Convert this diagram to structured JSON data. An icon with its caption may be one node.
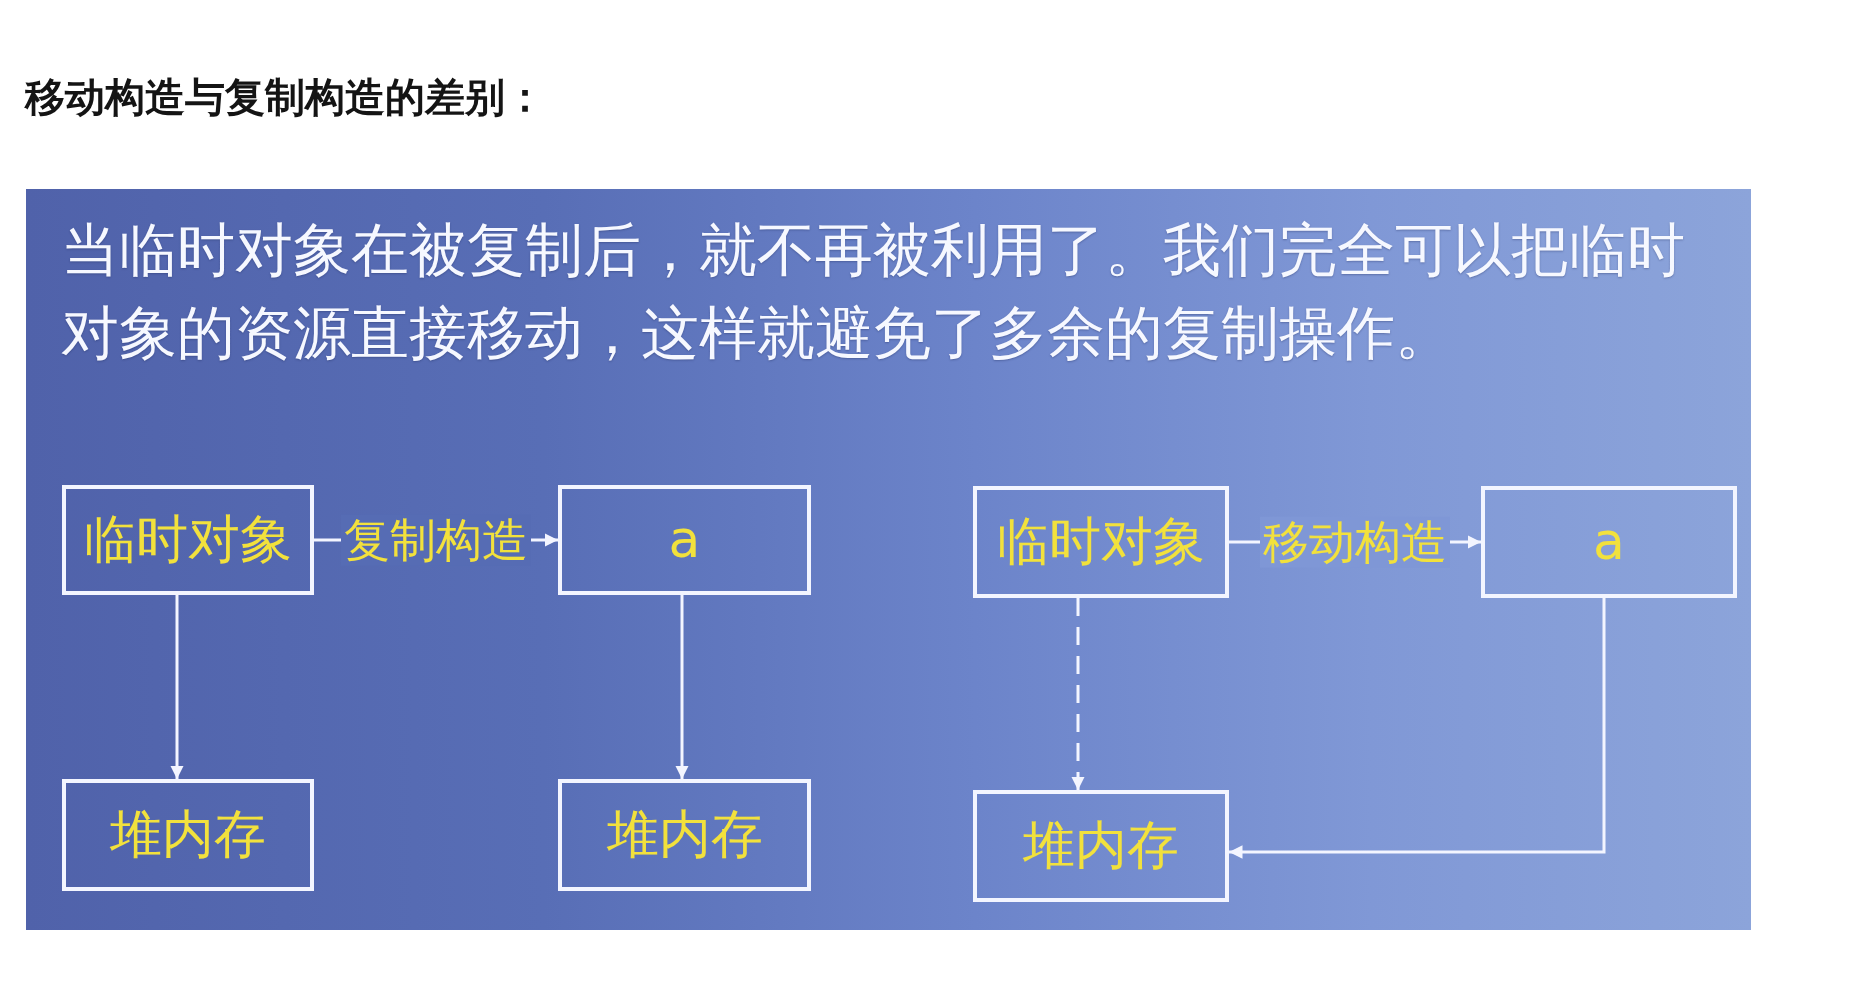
{
  "diagram": {
    "title": "移动构造与复制构造的差别：",
    "nodes": [
      {
        "text": [
          "临时对象"
        ]
      },
      {
        "text": [
          "a"
        ]
      },
      {
        "text": [
          "堆内存"
        ]
      },
      {
        "text": [
          "堆内存"
        ]
      },
      {
        "text": [
          "临时对象"
        ]
      },
      {
        "text": [
          "a"
        ]
      },
      {
        "text": [
          "堆内存"
        ]
      }
    ],
    "edges": [
      {
        "from": 0,
        "to": 1,
        "arrow": "to",
        "label": "复制构造"
      },
      {
        "from": 0,
        "to": 2,
        "arrow": "to"
      },
      {
        "from": 1,
        "to": 3,
        "arrow": "to"
      },
      {
        "from": 4,
        "to": 5,
        "arrow": "to",
        "label": "移动构造"
      },
      {
        "from": 4,
        "to": 6,
        "arrow": "to",
        "style": "dashed"
      },
      {
        "from": 5,
        "to": 6,
        "arrow": "to"
      }
    ],
    "labels": [
      "当临时对象在被复制后，就不再被利用了。我们完全可以把临时对象的资源直接移动，这样就避免了多余的复制操作。"
    ]
  }
}
